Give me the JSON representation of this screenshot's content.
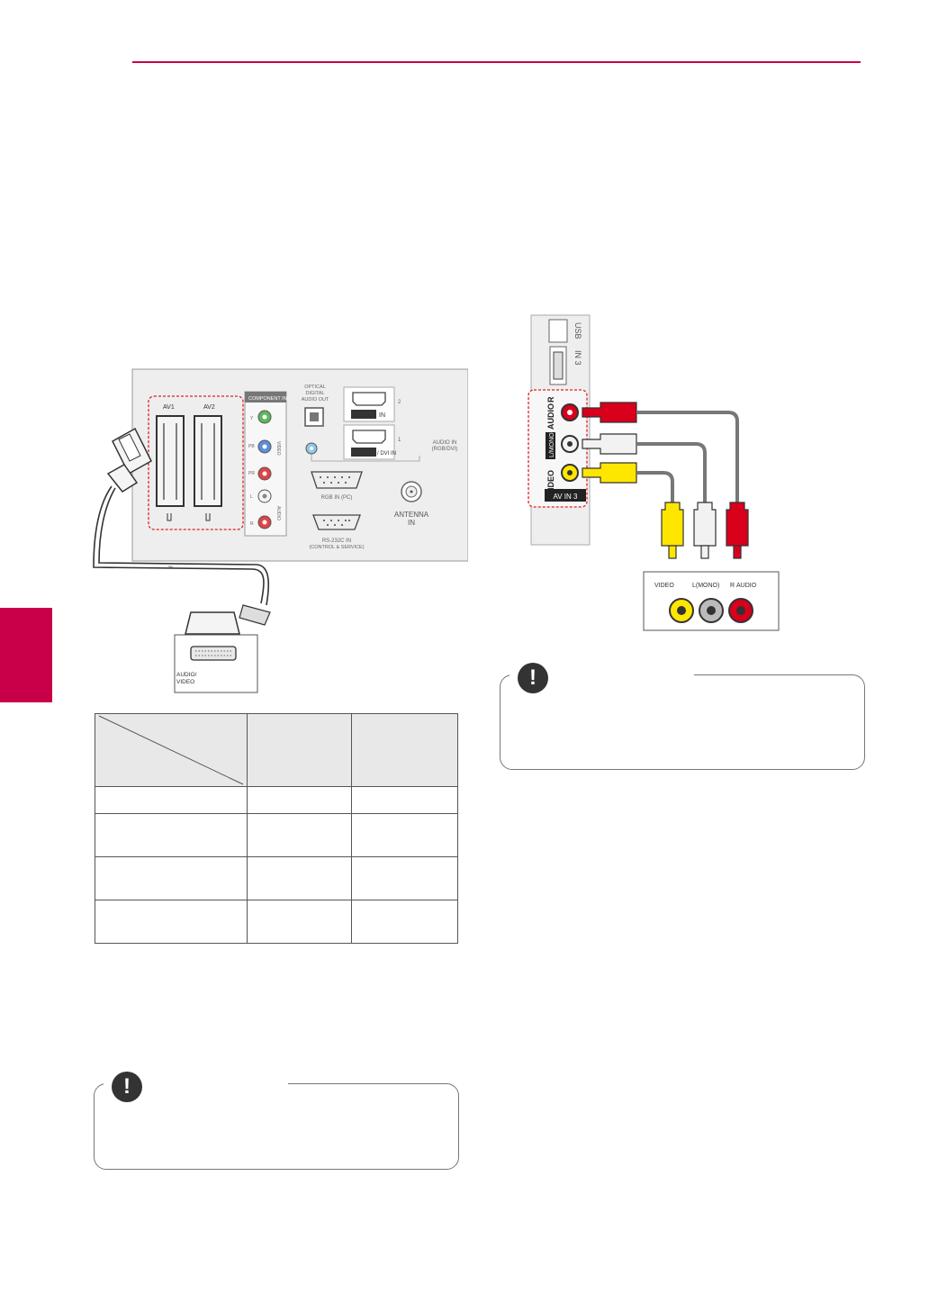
{
  "scart_diagram": {
    "labels": {
      "av1": "AV1",
      "av2": "AV2",
      "component_in": "COMPONENT IN",
      "optical": [
        "OPTICAL",
        "DIGITAL",
        "AUDIO OUT"
      ],
      "hdmi_in": "IN",
      "hdmi_dvi_in": "/ DVI IN",
      "hdmi_port_2": "2",
      "hdmi_port_1": "1",
      "audio_in": [
        "AUDIO IN",
        "(RGB/DVI)"
      ],
      "rgb_in": "RGB IN (PC)",
      "rs232c": [
        "RS-232C IN",
        "(CONTROL & SERVICE)"
      ],
      "antenna": [
        "ANTENNA",
        "IN"
      ],
      "device_label": [
        "AUDIO/",
        "VIDEO"
      ],
      "comp_y": "Y",
      "comp_pb": "PB",
      "comp_pr": "PR",
      "audio_l": "L",
      "audio_r": "R",
      "video_vert": "VIDEO",
      "audio_vert": "AUDIO"
    }
  },
  "av_diagram": {
    "labels": {
      "usb": "USB",
      "hdmi_in3": "IN 3",
      "video_mono": "VIDEO",
      "mono": "L/MONO",
      "audio_r": "AUDIO",
      "r": "R",
      "av_in3": "AV IN 3",
      "device_video": "VIDEO",
      "device_mono": "L(MONO)",
      "device_r": "R",
      "device_audio": "AUDIO"
    }
  },
  "note_icon_glyph": "!",
  "colors": {
    "accent": "#c8004a",
    "yellow": "#ffe600",
    "red": "#d9001b",
    "white_plug": "#f2f2f2"
  }
}
